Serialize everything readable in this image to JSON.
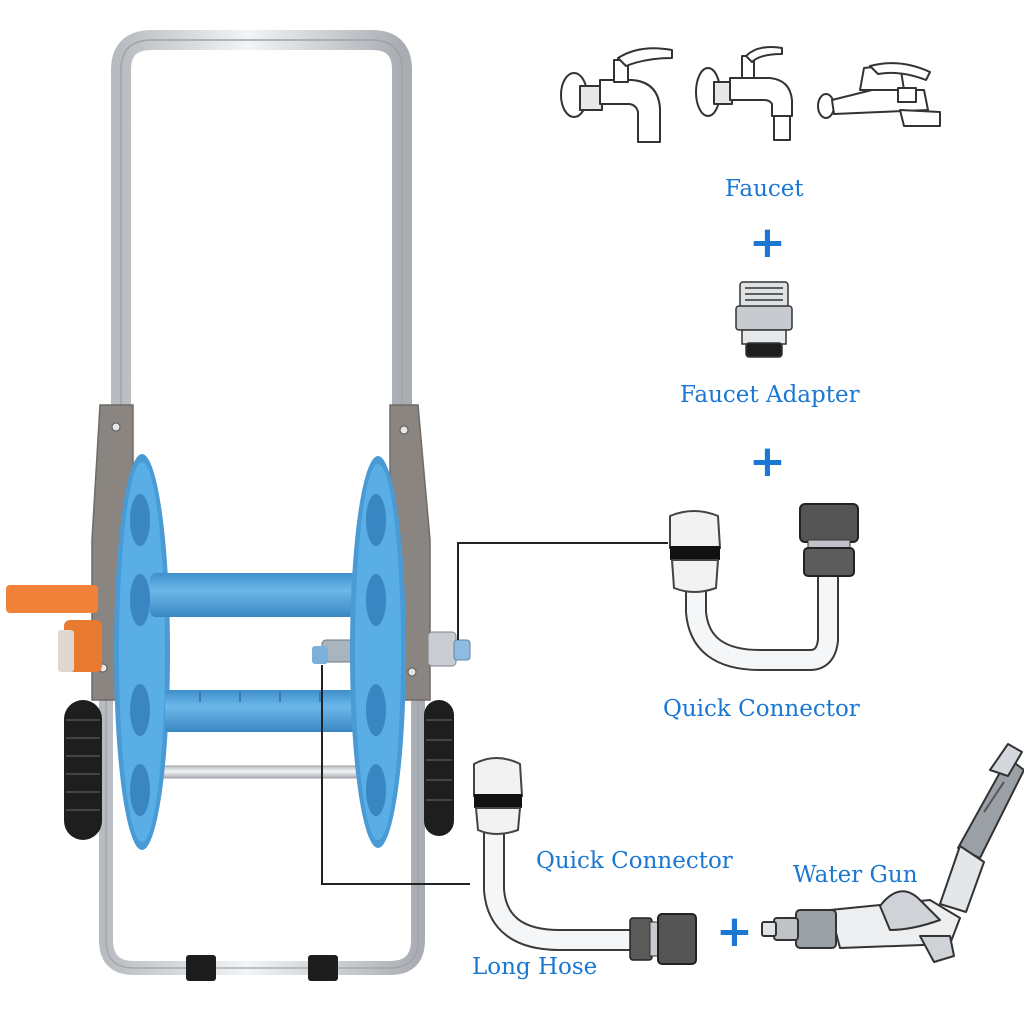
{
  "labels": {
    "faucet": "Faucet",
    "faucet_adapter": "Faucet Adapter",
    "quick_connector_top": "Quick Connector",
    "quick_connector_bottom": "Quick Connector",
    "water_gun": "Water Gun",
    "long_hose": "Long Hose"
  },
  "symbols": {
    "plus": "+"
  },
  "colors": {
    "label_blue": "#1a77d2",
    "reel_blue": "#5aaee6",
    "reel_blue_dark": "#3f8fcc",
    "frame_gray": "#8a8580",
    "aluminum": "#d6d9dc",
    "handle_orange": "#f0823a",
    "tire_black": "#1e1e1e",
    "connector_line": "#222222"
  }
}
